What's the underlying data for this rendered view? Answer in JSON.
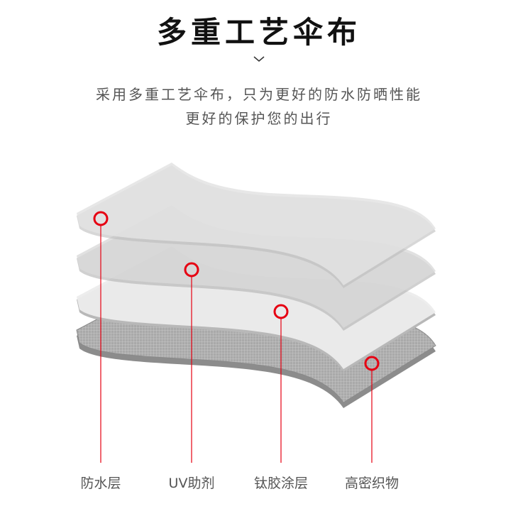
{
  "title": "多重工艺伞布",
  "subtitle": [
    "采用多重工艺伞布，只为更好的防水防晒性能",
    "更好的保护您的出行"
  ],
  "layers": [
    {
      "label": "防水层"
    },
    {
      "label": "UV助剂"
    },
    {
      "label": "钛胶涂层"
    },
    {
      "label": "高密织物"
    }
  ],
  "colors": {
    "marker": "#e60012",
    "text": "#555555",
    "title": "#111111"
  }
}
